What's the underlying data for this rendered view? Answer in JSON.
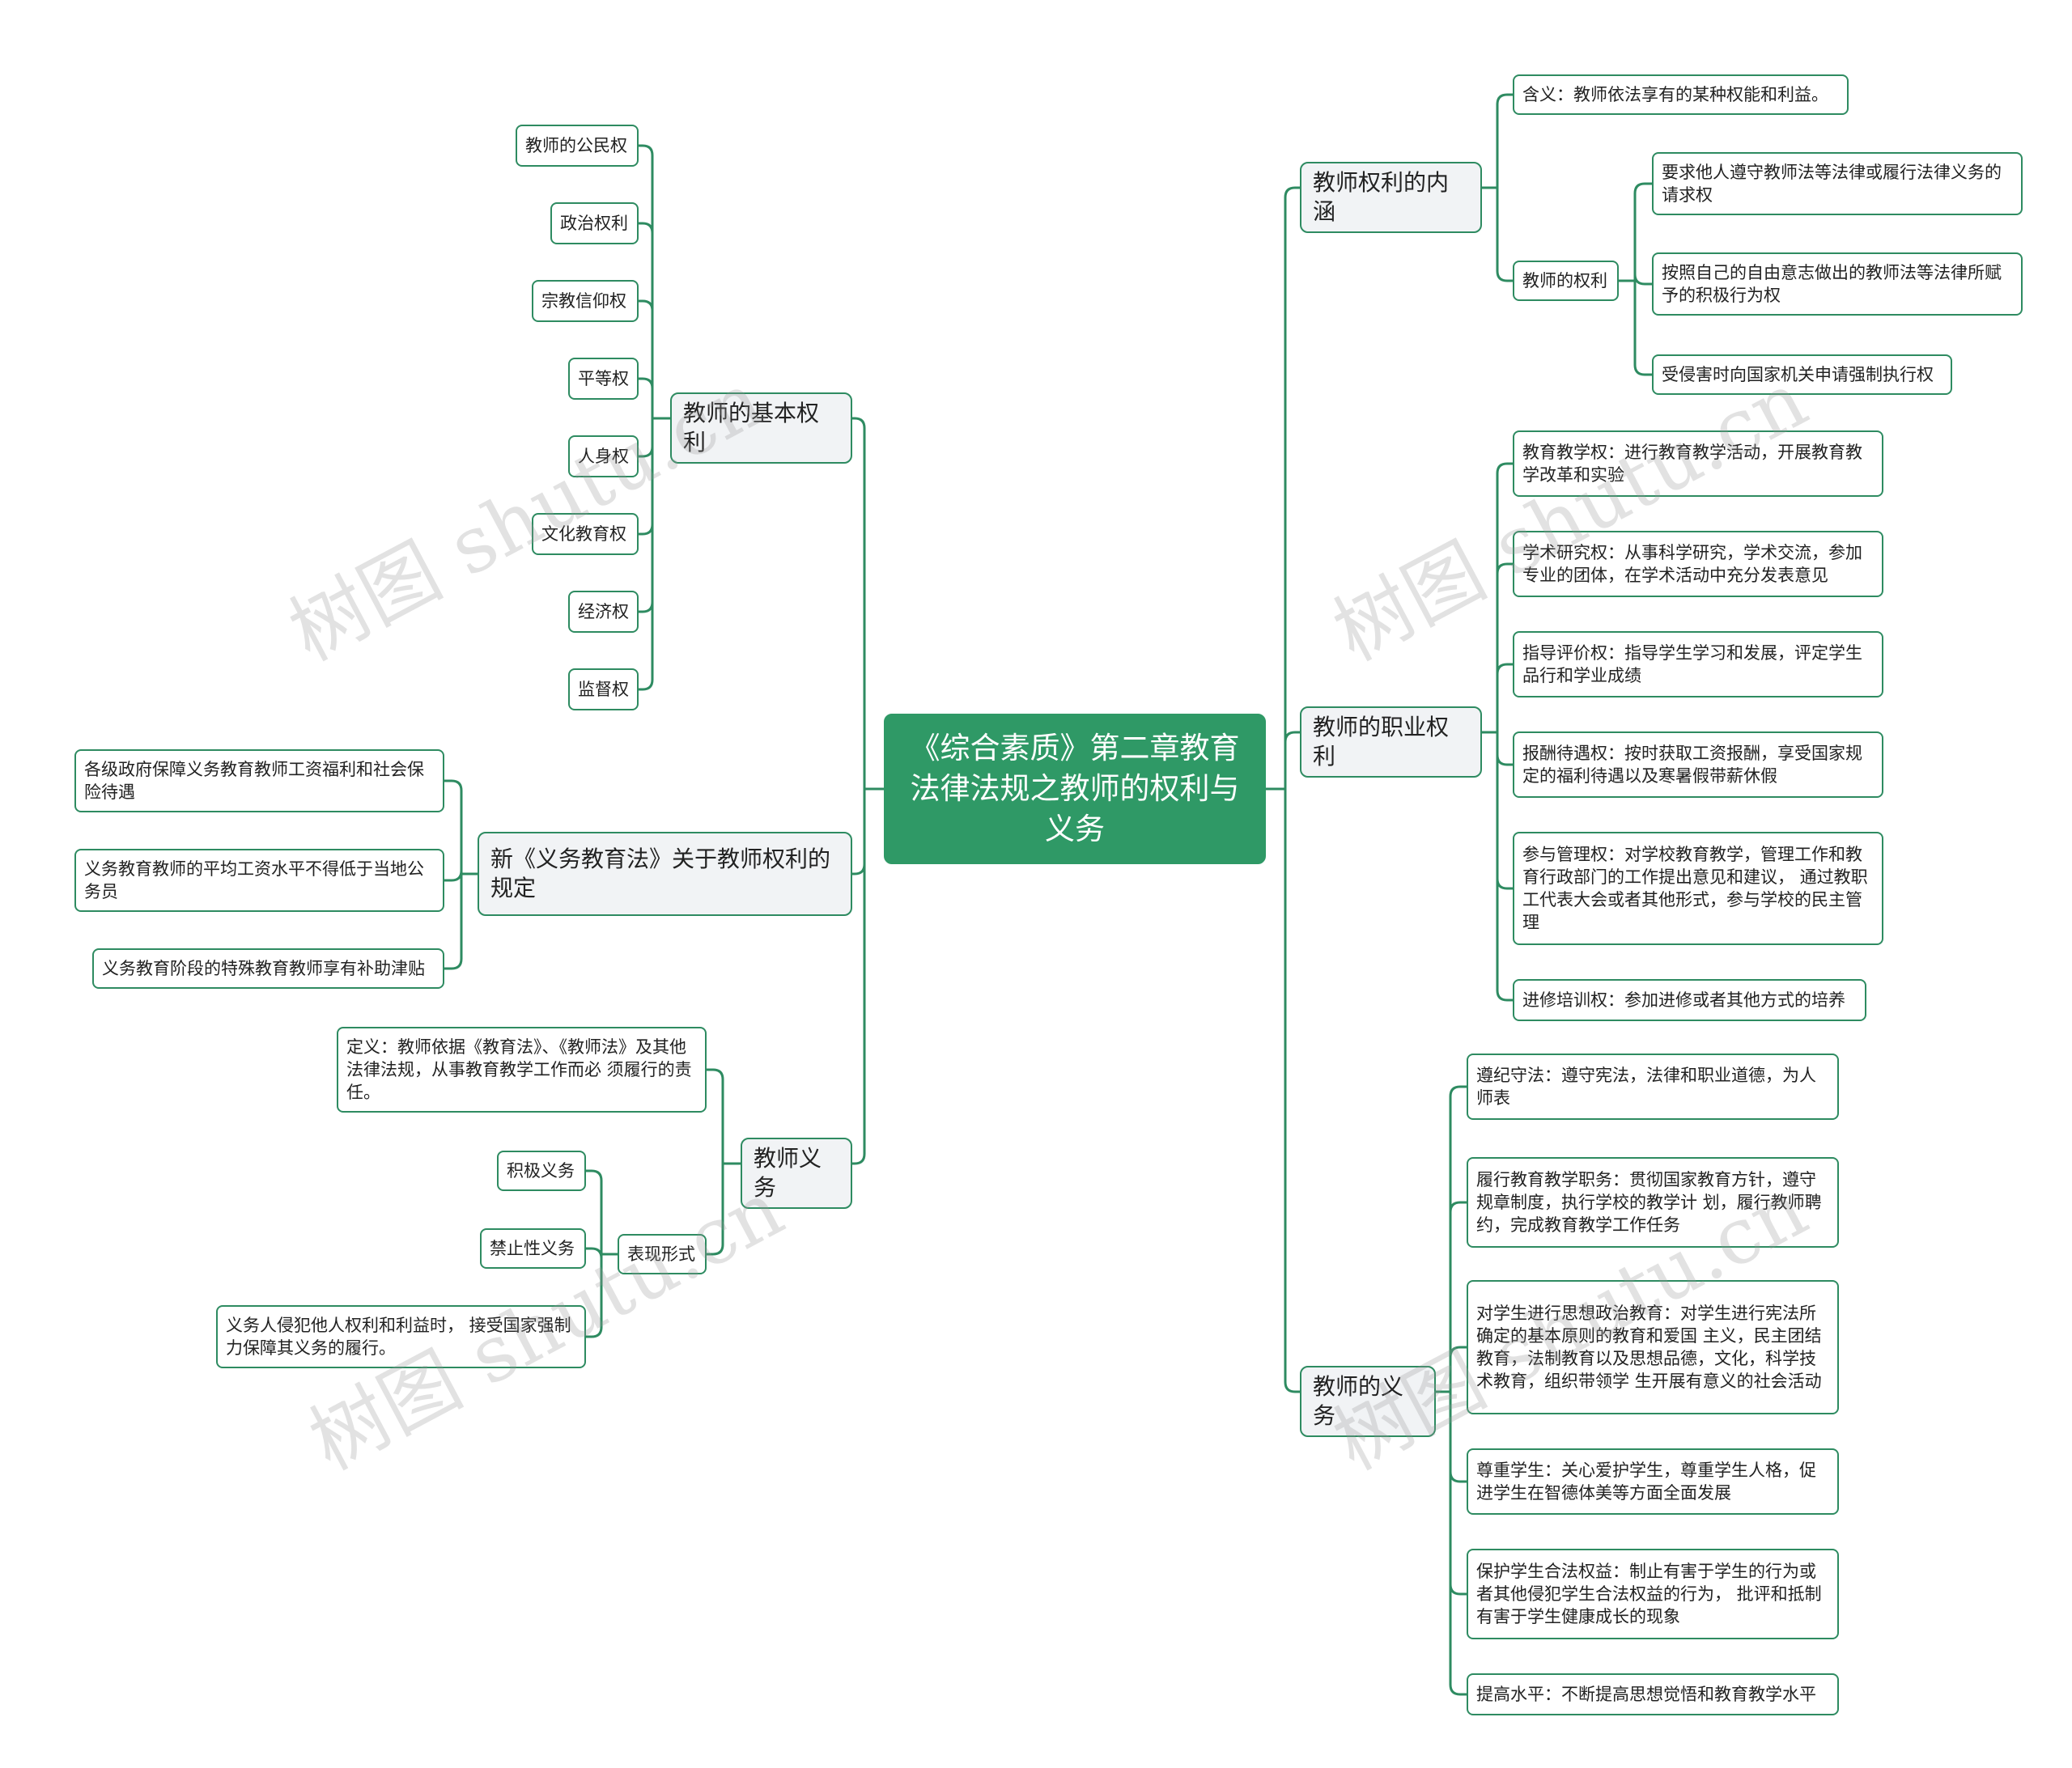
{
  "root": "《综合素质》第二章教育法律法规之教师的权利与义务",
  "watermark": "树图 shutu.cn",
  "colors": {
    "line": "#2e8b61",
    "root_bg": "#2f9966",
    "branch_bg": "#f1f3f5"
  },
  "left": [
    {
      "label": "教师的基本权利",
      "children": [
        {
          "label": "教师的公民权"
        },
        {
          "label": "政治权利"
        },
        {
          "label": "宗教信仰权"
        },
        {
          "label": "平等权"
        },
        {
          "label": "人身权"
        },
        {
          "label": "文化教育权"
        },
        {
          "label": "经济权"
        },
        {
          "label": "监督权"
        }
      ]
    },
    {
      "label": "新《义务教育法》关于教师权利的规定",
      "children": [
        {
          "label": "各级政府保障义务教育教师工资福利和社会保险待遇"
        },
        {
          "label": "义务教育教师的平均工资水平不得低于当地公务员"
        },
        {
          "label": "义务教育阶段的特殊教育教师享有补助津贴"
        }
      ]
    },
    {
      "label": "教师义务",
      "children": [
        {
          "label": "定义：教师依据《教育法》、《教师法》及其他法律法规，从事教育教学工作而必 须履行的责任。"
        },
        {
          "label": "表现形式",
          "children": [
            {
              "label": "积极义务"
            },
            {
              "label": "禁止性义务"
            },
            {
              "label": "义务人侵犯他人权利和利益时， 接受国家强制力保障其义务的履行。"
            }
          ]
        }
      ]
    }
  ],
  "right": [
    {
      "label": "教师权利的内涵",
      "children": [
        {
          "label": "含义：教师依法享有的某种权能和利益。"
        },
        {
          "label": "教师的权利",
          "children": [
            {
              "label": "要求他人遵守教师法等法律或履行法律义务的请求权"
            },
            {
              "label": "按照自己的自由意志做出的教师法等法律所赋予的积极行为权"
            },
            {
              "label": "受侵害时向国家机关申请强制执行权"
            }
          ]
        }
      ]
    },
    {
      "label": "教师的职业权利",
      "children": [
        {
          "label": "教育教学权：进行教育教学活动，开展教育教学改革和实验"
        },
        {
          "label": "学术研究权：从事科学研究，学术交流，参加专业的团体，在学术活动中充分发表意见"
        },
        {
          "label": "指导评价权：指导学生学习和发展，评定学生品行和学业成绩"
        },
        {
          "label": "报酬待遇权：按时获取工资报酬，享受国家规定的福利待遇以及寒暑假带薪休假"
        },
        {
          "label": "参与管理权：对学校教育教学，管理工作和教育行政部门的工作提出意见和建议， 通过教职工代表大会或者其他形式，参与学校的民主管理"
        },
        {
          "label": "进修培训权：参加进修或者其他方式的培养"
        }
      ]
    },
    {
      "label": "教师的义务",
      "children": [
        {
          "label": "遵纪守法：遵守宪法，法律和职业道德，为人师表"
        },
        {
          "label": "履行教育教学职务：贯彻国家教育方针，遵守规章制度，执行学校的教学计 划，履行教师聘约，完成教育教学工作任务"
        },
        {
          "label": "对学生进行思想政治教育：对学生进行宪法所确定的基本原则的教育和爱国 主义，民主团结教育，法制教育以及思想品德，文化，科学技术教育，组织带领学 生开展有意义的社会活动"
        },
        {
          "label": "尊重学生：关心爱护学生，尊重学生人格，促进学生在智德体美等方面全面发展"
        },
        {
          "label": "保护学生合法权益：制止有害于学生的行为或者其他侵犯学生合法权益的行为， 批评和抵制有害于学生健康成长的现象"
        },
        {
          "label": "提高水平：不断提高思想觉悟和教育教学水平"
        }
      ]
    }
  ]
}
